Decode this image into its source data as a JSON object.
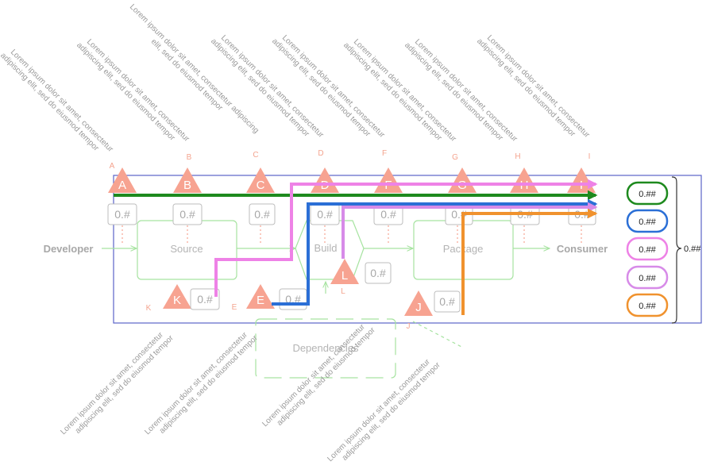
{
  "actors": {
    "developer": "Developer",
    "consumer": "Consumer"
  },
  "stages": {
    "source": "Source",
    "build": "Build",
    "package": "Package",
    "dependencies": "Dependencies"
  },
  "threats": {
    "A": {
      "letter": "A",
      "value": "0.#"
    },
    "B": {
      "letter": "B",
      "value": "0.#"
    },
    "C": {
      "letter": "C",
      "value": "0.#"
    },
    "D": {
      "letter": "D",
      "value": "0.#"
    },
    "F": {
      "letter": "F",
      "value": "0.#"
    },
    "G": {
      "letter": "G",
      "value": "0.#"
    },
    "H": {
      "letter": "H",
      "value": "0.#"
    },
    "I": {
      "letter": "I",
      "value": "0.#"
    },
    "K": {
      "letter": "K",
      "value": "0.#"
    },
    "E": {
      "letter": "E",
      "value": "0.#"
    },
    "L": {
      "letter": "L",
      "value": "0.#"
    },
    "J": {
      "letter": "J",
      "value": "0.#"
    }
  },
  "descriptions": {
    "A": {
      "line1": "Lorem ipsum dolor sit amet, consectetur",
      "line2": "adipiscing elit, sed do eiusmod tempor"
    },
    "B": {
      "line1": "Lorem ipsum dolor sit amet, consectetur",
      "line2": "adipiscing elit, sed do eiusmod tempor"
    },
    "C": {
      "line1": "Lorem ipsum dolor sit amet, consectetur adipiscing",
      "line2": "elit, sed do eiusmod tempor"
    },
    "D": {
      "line1": "Lorem ipsum dolor sit amet, consectetur",
      "line2": "adipiscing elit, sed do eiusmod tempor"
    },
    "F": {
      "line1": "Lorem ipsum dolor sit amet, consectetur",
      "line2": "adipiscing elit, sed do eiusmod tempor"
    },
    "G": {
      "line1": "Lorem ipsum dolor sit amet, consectetur",
      "line2": "adipiscing elit, sed do eiusmod tempor"
    },
    "H": {
      "line1": "Lorem ipsum dolor sit amet, consectetur",
      "line2": "adipiscing elit, sed do eiusmod tempor"
    },
    "I": {
      "line1": "Lorem ipsum dolor sit amet, consectetur",
      "line2": "adipiscing elit, sed do eiusmod tempor"
    },
    "K": {
      "line1": "Lorem ipsum dolor sit amet, consectetur",
      "line2": "adipiscing elit, sed do eiusmod tempor"
    },
    "E": {
      "line1": "Lorem ipsum dolor sit amet, consectetur",
      "line2": "adipiscing elit, sed do eiusmod tempor"
    },
    "L": {
      "line1": "Lorem ipsum dolor sit amet, consectetur",
      "line2": "adipiscing elit, sed do eiusmod tempor"
    },
    "J": {
      "line1": "Lorem ipsum dolor sit amet, consectetur",
      "line2": "adipiscing elit, sed do eiusmod tempor"
    }
  },
  "paths": [
    {
      "name": "green",
      "color": "#1e8a1e",
      "value": "0.##"
    },
    {
      "name": "blue",
      "color": "#2b6fd6",
      "value": "0.##"
    },
    {
      "name": "pink",
      "color": "#ee82e6",
      "value": "0.##"
    },
    {
      "name": "violet",
      "color": "#d78be8",
      "value": "0.##"
    },
    {
      "name": "orange",
      "color": "#f0922e",
      "value": "0.##"
    }
  ],
  "total": "0.##",
  "colors": {
    "threat": "#f7a391",
    "frame": "#5b63c9",
    "flow": "#a6e3a0",
    "value_border": "#bdbdbd"
  }
}
